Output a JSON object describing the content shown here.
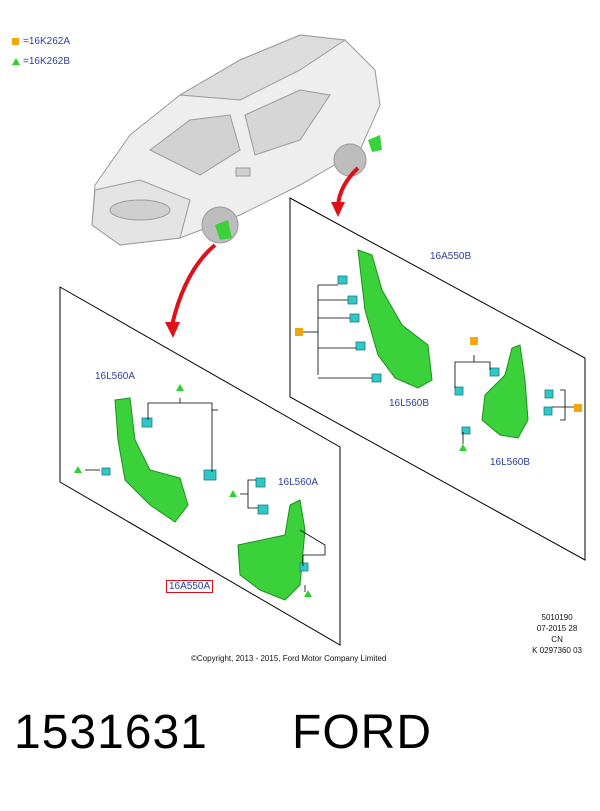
{
  "legend": {
    "square_label": "=16K262A",
    "triangle_label": "=16K262B"
  },
  "parts": {
    "rear_panel_label": "16A550B",
    "front_panel_label": "16A550A",
    "left_front_flap": "16L560A",
    "right_front_flap": "16L560A",
    "rear_left_flap": "16L560B",
    "rear_right_flap": "16L560B"
  },
  "meta": {
    "line1": "5010190",
    "line2": "07-2015 28",
    "line3": "CN",
    "line4": "K 0297360 03"
  },
  "copyright": "©Copyright, 2013 - 2015, Ford Motor Company Limited",
  "footer": {
    "part_number": "1531631",
    "brand": "FORD"
  },
  "colors": {
    "label_blue": "#2b3f9e",
    "part_green": "#3bd13b",
    "clip_cyan": "#32c6c6",
    "arrow_red": "#e0101a",
    "square_orange": "#f2a60f"
  }
}
